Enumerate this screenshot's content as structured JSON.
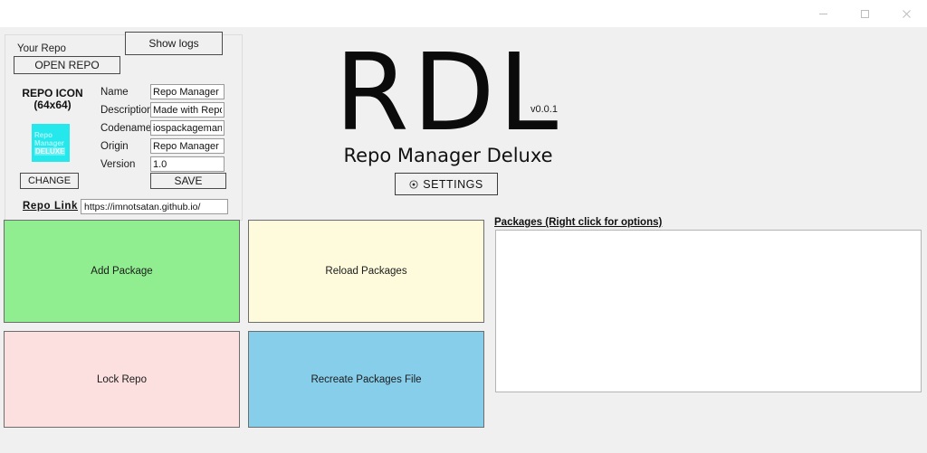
{
  "window": {
    "controls": [
      {
        "name": "minimize",
        "glyph": "minimize-icon"
      },
      {
        "name": "maximize",
        "glyph": "maximize-icon"
      },
      {
        "name": "close",
        "glyph": "close-icon"
      }
    ]
  },
  "repo_group": {
    "legend": "Your Repo",
    "open_repo_label": "OPEN REPO",
    "show_logs_label": "Show logs",
    "icon_title": "REPO ICON",
    "icon_size": "(64x64)",
    "icon_thumb": {
      "line1": "Repo",
      "line2": "Manager",
      "line3": "DELUXE",
      "color": "#24e8ec"
    },
    "change_label": "CHANGE",
    "save_label": "SAVE",
    "fields": [
      {
        "label": "Name",
        "value": "Repo Manager Del"
      },
      {
        "label": "Description",
        "value": "Made with Repo M"
      },
      {
        "label": "Codename",
        "value": "iospackagemanage"
      },
      {
        "label": "Origin",
        "value": "Repo Manager Del"
      },
      {
        "label": "Version",
        "value": "1.0"
      }
    ],
    "repo_link_label": "Repo Link",
    "repo_link_value": "https://imnotsatan.github.io/"
  },
  "branding": {
    "logo": "RDL",
    "version": "v0.0.1",
    "subtitle": "Repo Manager Deluxe",
    "settings_label": "SETTINGS"
  },
  "tiles": [
    {
      "label": "Add Package",
      "color": "#90EE90"
    },
    {
      "label": "Reload Packages",
      "color": "#FDFBDC"
    },
    {
      "label": "Lock Repo",
      "color": "#FCDFDF"
    },
    {
      "label": "Recreate Packages File",
      "color": "#87CEEB"
    }
  ],
  "packages": {
    "label": "Packages (Right click for options)",
    "items": []
  }
}
